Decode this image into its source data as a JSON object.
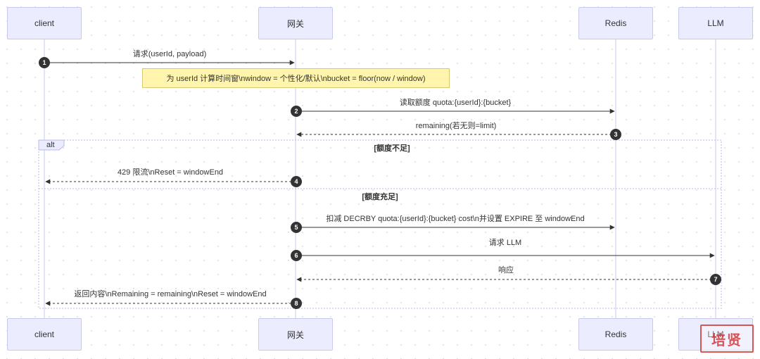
{
  "actors": {
    "client": "client",
    "gateway": "网关",
    "redis": "Redis",
    "llm": "LLM"
  },
  "messages": [
    {
      "num": "1",
      "text": "请求(userId, payload)"
    },
    {
      "num": "2",
      "text": "读取额度 quota:{userId}:{bucket}"
    },
    {
      "num": "3",
      "text": "remaining(若无则=limit)"
    },
    {
      "num": "4",
      "text": "429 限流\\nReset = windowEnd"
    },
    {
      "num": "5",
      "text": "扣减 DECRBY quota:{userId}:{bucket} cost\\n并设置 EXPIRE 至 windowEnd"
    },
    {
      "num": "6",
      "text": "请求 LLM"
    },
    {
      "num": "7",
      "text": "响应"
    },
    {
      "num": "8",
      "text": "返回内容\\nRemaining = remaining\\nReset = windowEnd"
    }
  ],
  "note": "为 userId 计算时间窗\\nwindow = 个性化/默认\\nbucket = floor(now / window)",
  "alt": {
    "label": "alt",
    "cond1": "[额度不足]",
    "cond2": "[额度充足]"
  },
  "watermark": "培贤",
  "colors": {
    "actor_fill": "#ECECFF",
    "actor_border": "#c9c9ef",
    "note_fill": "#fff5ad",
    "line": "#333333",
    "lifeline": "#c9c9ef"
  }
}
